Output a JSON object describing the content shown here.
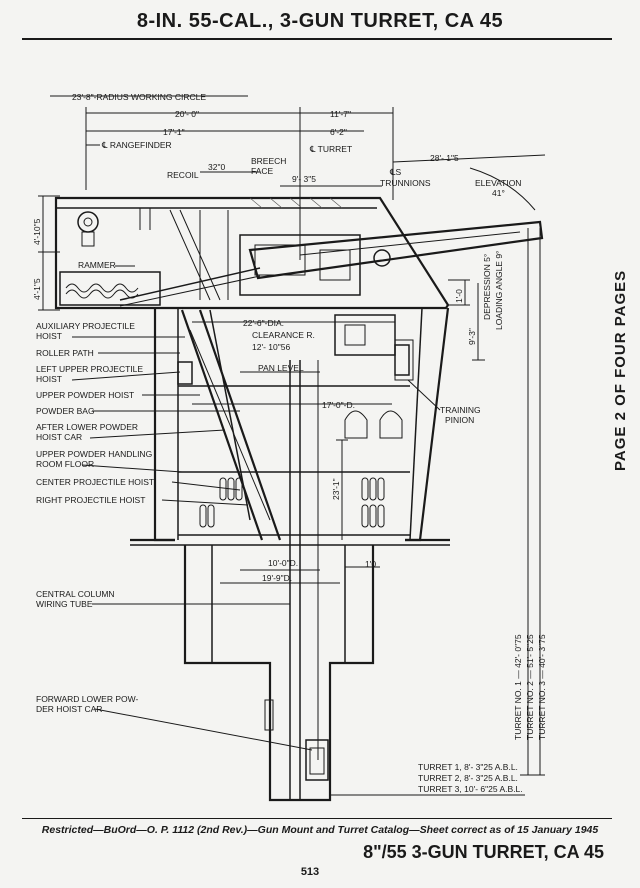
{
  "header": {
    "title": "8-IN. 55-CAL., 3-GUN TURRET, CA 45"
  },
  "side_note": "PAGE 2 OF FOUR PAGES",
  "dimensions": {
    "radius": "23'-8\"-RADIUS WORKING CIRCLE",
    "d20": "20'- 0\"",
    "d11": "11'-7\"",
    "d17": "17'-1\"",
    "d6": "6'-2\"",
    "rangefinder": "℄ RANGEFINDER",
    "turret_cl": "℄ TURRET",
    "recoil": "RECOIL",
    "recoil_val": "32\"0",
    "breech1": "BREECH",
    "breech2": "FACE",
    "d9": "9'- 3\"5",
    "trunnions1": "℄S",
    "trunnions2": "TRUNNIONS",
    "d28": "28'- 1\"5",
    "elevation1": "ELEVATION",
    "elevation2": "41°",
    "v4_10": "4'-10\"5",
    "v4_1": "4'-1\"5",
    "depression": "DEPRESSION 5°",
    "loading": "LOADING ANGLE 9°",
    "v1_0": "1'-0",
    "v9_3": "9'-3\"",
    "dia22": "22'-6\"-DIA.",
    "clearance1": "CLEARANCE R.",
    "clearance2": "12'- 10\"56",
    "pan_level": "PAN LEVEL",
    "d17d": "17'-0\"-D.",
    "v23": "23'-1\"",
    "d10": "10'-0\"D.",
    "d19": "19'-9\"D.",
    "d1_0b": "1'0",
    "turret_no1": "TURRET NO. 1 — 42'- 0\"75",
    "turret_no2": "TURRET NO. 2 — 51'- 5\"25",
    "turret_no3": "TURRET NO. 3 — 40'- 3\"75",
    "abl1": "TURRET 1, 8'- 3\"25 A.B.L.",
    "abl2": "TURRET 2, 8'- 3\"25 A.B.L.",
    "abl3": "TURRET 3, 10'- 6\"25 A.B.L."
  },
  "labels": {
    "rammer": "RAMMER",
    "aux1": "AUXILIARY PROJECTILE",
    "aux2": "HOIST",
    "roller": "ROLLER PATH",
    "lup1": "LEFT UPPER PROJECTILE",
    "lup2": "HOIST",
    "upper_powder": "UPPER POWDER HOIST",
    "powder_bag": "POWDER BAG",
    "after1": "AFTER LOWER POWDER",
    "after2": "HOIST CAR",
    "uph1": "UPPER POWDER HANDLING",
    "uph2": "ROOM FLOOR",
    "center": "CENTER PROJECTILE HOIST",
    "right": "RIGHT PROJECTILE HOIST",
    "training1": "TRAINING",
    "training2": "PINION",
    "column1": "CENTRAL COLUMN",
    "column2": "WIRING TUBE",
    "fwd1": "FORWARD LOWER POW-",
    "fwd2": "DER HOIST CAR"
  },
  "footer": {
    "caption": "Restricted—BuOrd—O. P. 1112 (2nd Rev.)—Gun Mount and Turret Catalog—Sheet correct as of 15 January 1945",
    "title": "8\"/55 3-GUN TURRET, CA 45",
    "page": "513"
  }
}
